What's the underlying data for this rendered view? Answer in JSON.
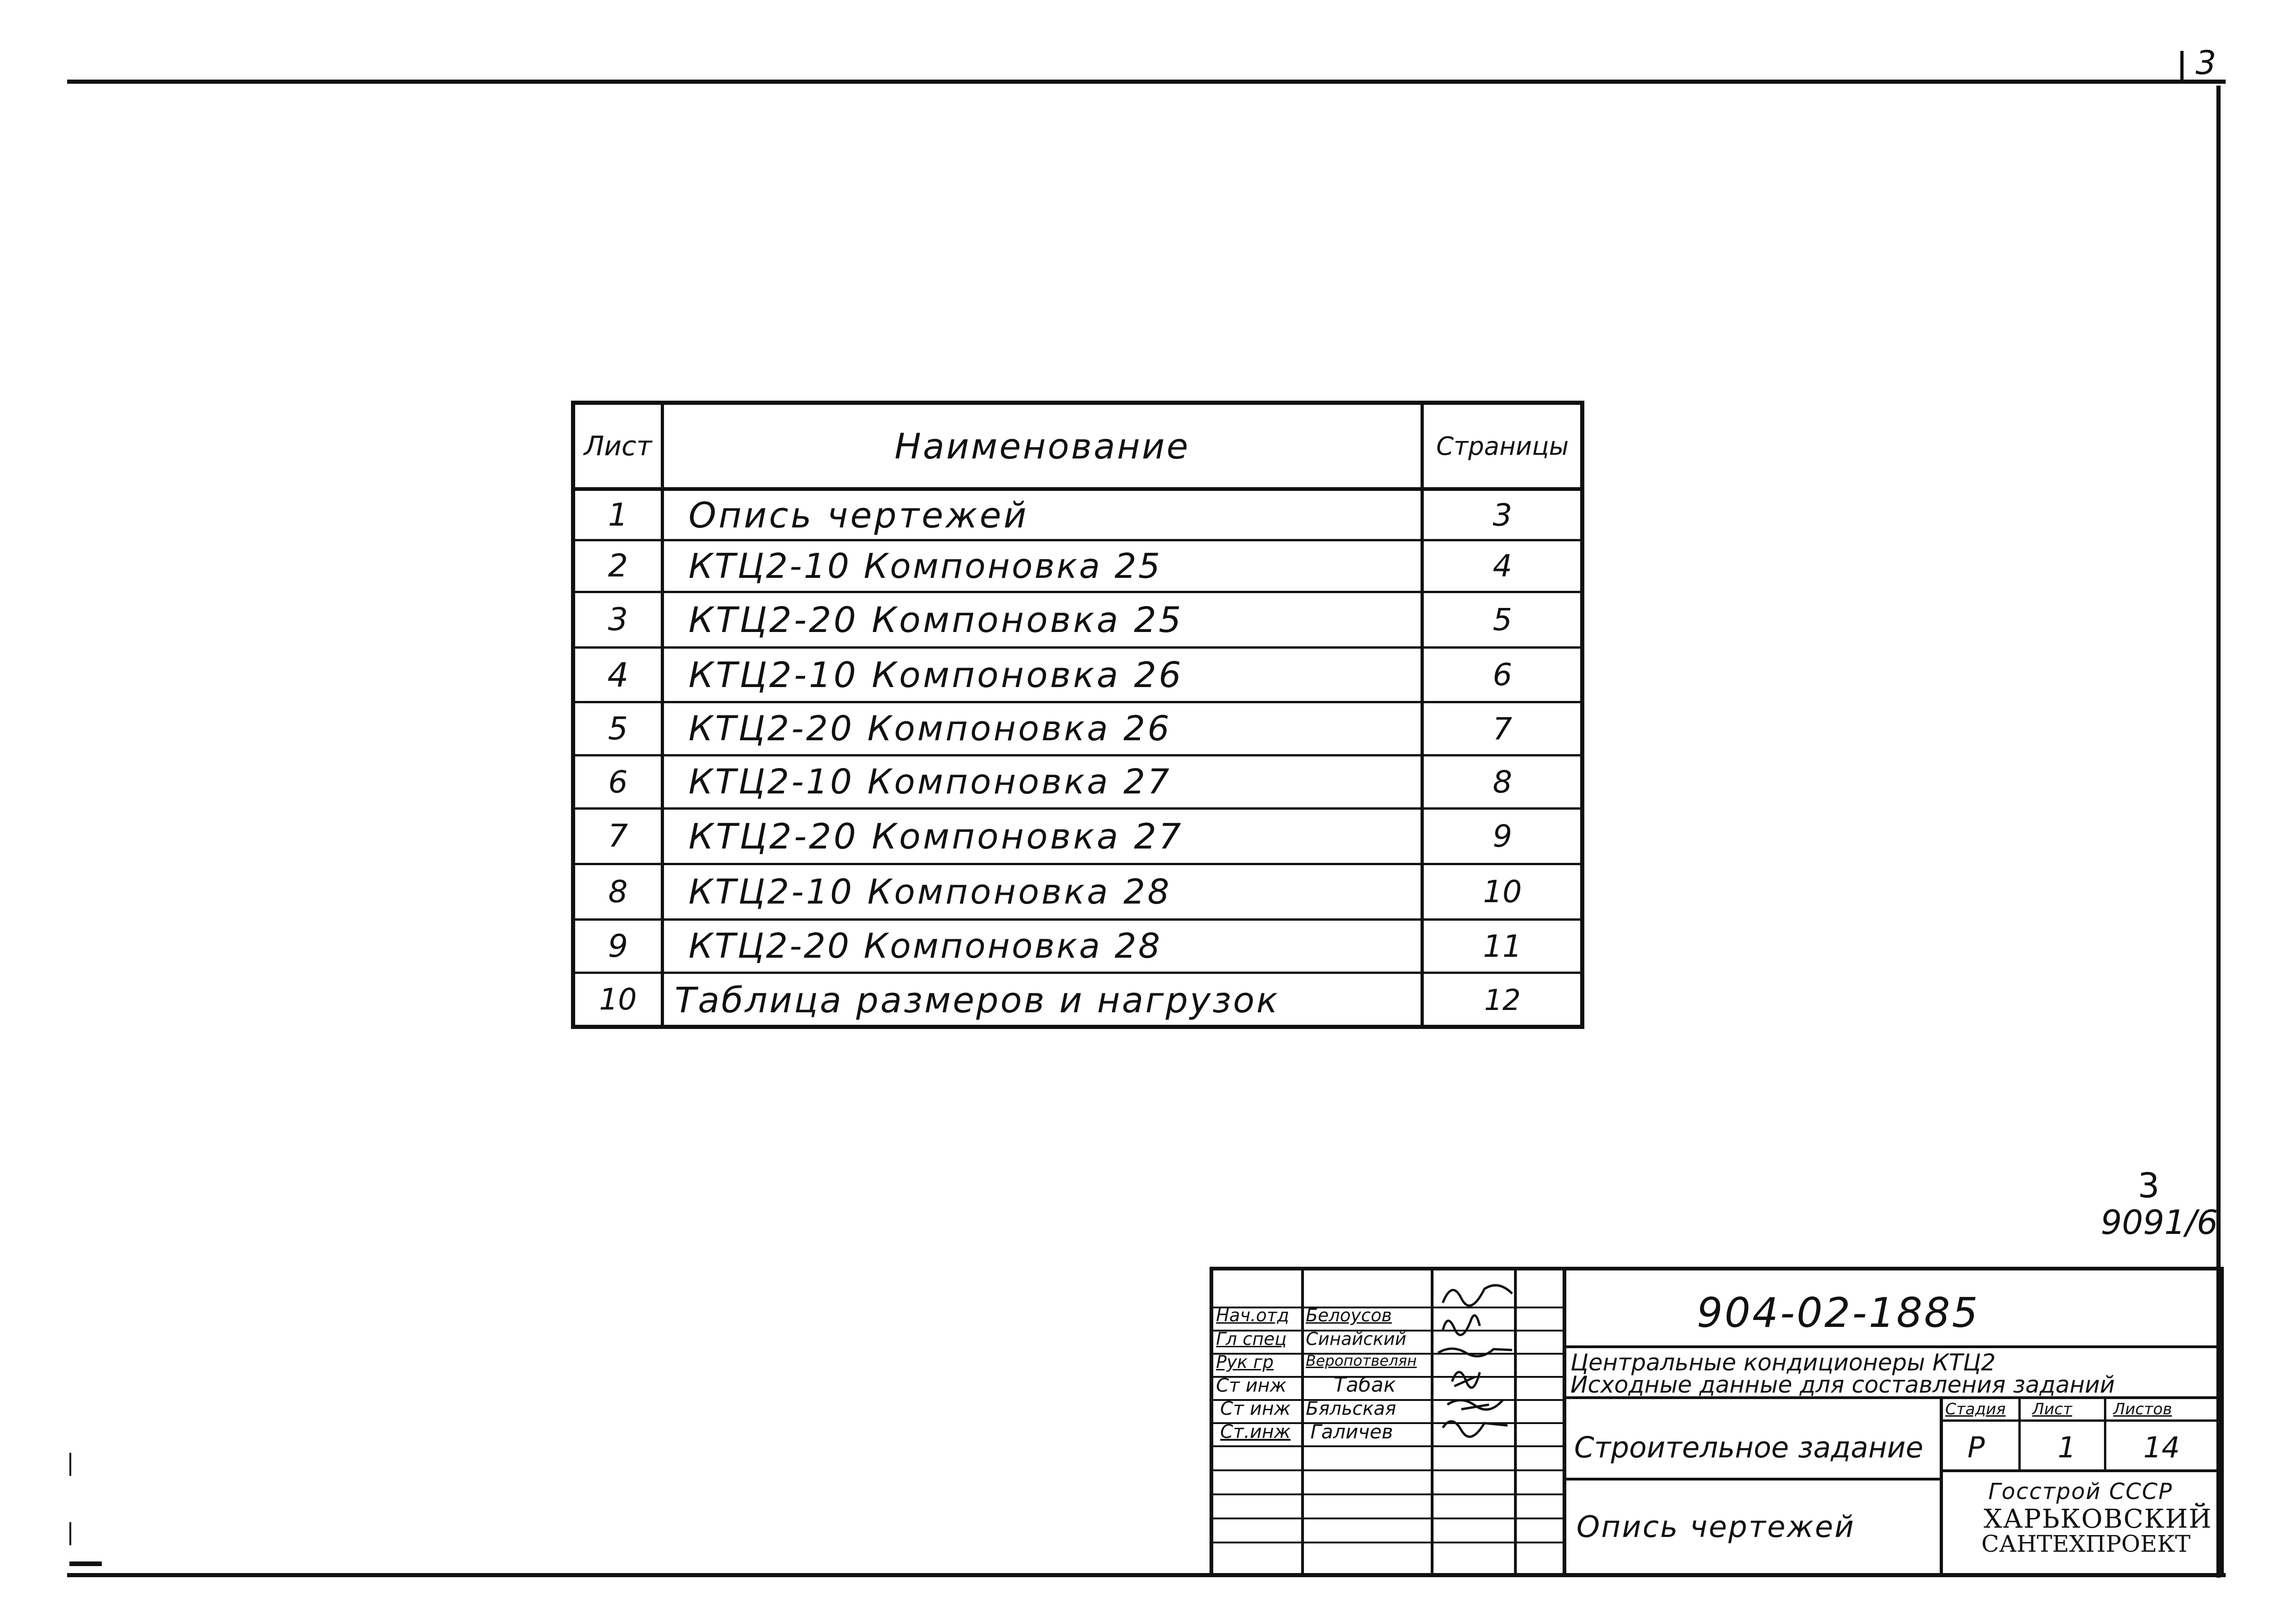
{
  "sheet_number_corner": "3",
  "drawings_list": {
    "headers": {
      "sheet": "Лист",
      "name": "Наименование",
      "pages": "Страницы"
    },
    "rows": [
      {
        "sheet": "1",
        "name": "Опись чертежей",
        "page": "3"
      },
      {
        "sheet": "2",
        "name": "КТЦ2-10  Компоновка 25",
        "page": "4"
      },
      {
        "sheet": "3",
        "name": "КТЦ2-20  Компоновка 25",
        "page": "5"
      },
      {
        "sheet": "4",
        "name": "КТЦ2-10  Компоновка 26",
        "page": "6"
      },
      {
        "sheet": "5",
        "name": "КТЦ2-20  Компоновка  26",
        "page": "7"
      },
      {
        "sheet": "6",
        "name": "КТЦ2-10  Компоновка  27",
        "page": "8"
      },
      {
        "sheet": "7",
        "name": "КТЦ2-20  Компоновка  27",
        "page": "9"
      },
      {
        "sheet": "8",
        "name": "КТЦ2-10  Компоновка  28",
        "page": "10"
      },
      {
        "sheet": "9",
        "name": "КТЦ2-20 Компоновка  28",
        "page": "11"
      },
      {
        "sheet": "10",
        "name": "Таблица размеров и нагрузок",
        "page": "12"
      }
    ]
  },
  "page_mark": {
    "page": "3",
    "code": "9091/6"
  },
  "title_block": {
    "document_code": "904-02-1885",
    "title_line1": "Центральные кондиционеры КТЦ2",
    "title_line2": "Исходные данные для составления заданий",
    "section_name": "Строительное задание",
    "sheet_name": "Опись чертежей",
    "stage_label": "Стадия",
    "sheet_label": "Лист",
    "sheets_label": "Листов",
    "stage_value": "Р",
    "sheet_value": "1",
    "sheets_value": "14",
    "organization_line1": "Госстрой СССР",
    "organization_line2": "ХАРЬКОВСКИЙ",
    "organization_line3": "САНТЕХПРОЕКТ",
    "staff": [
      {
        "role": "Нач.отд",
        "name": "Белоусов"
      },
      {
        "role": "Гл спец",
        "name": "Синайский"
      },
      {
        "role": "Рук гр",
        "name": "Веропотвелян"
      },
      {
        "role": "Ст инж",
        "name": "Табак"
      },
      {
        "role": "Ст инж",
        "name": "Бяльская"
      },
      {
        "role": "Ст.инж",
        "name": "Галичев"
      }
    ]
  }
}
